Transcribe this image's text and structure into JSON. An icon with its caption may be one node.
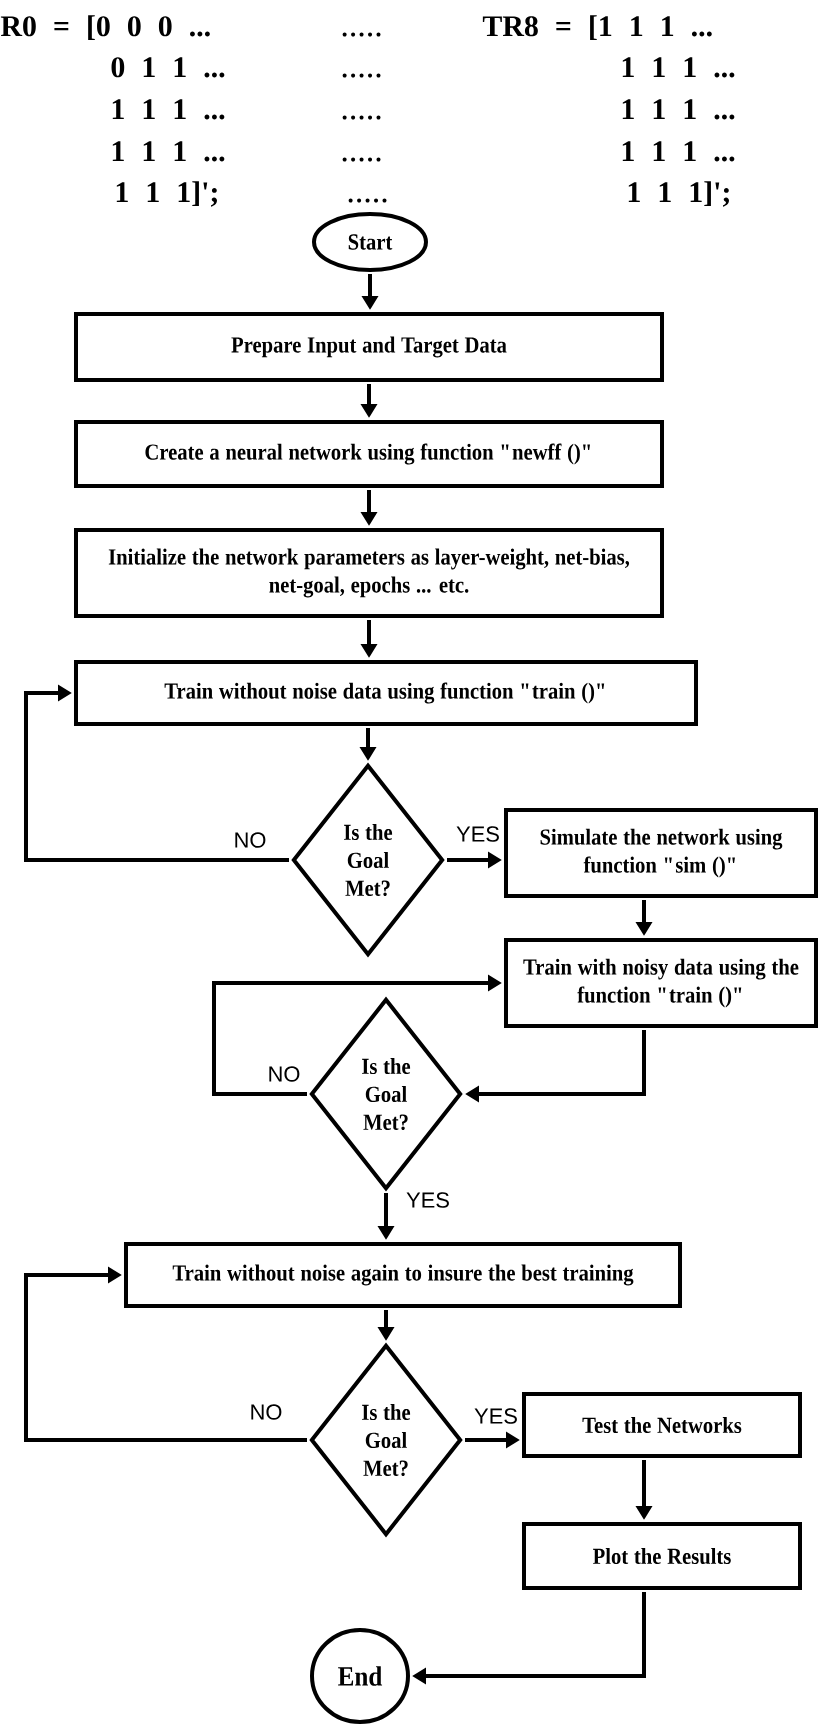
{
  "diagram": {
    "nodes": [
      {
        "text": [
          "Start"
        ]
      },
      {
        "text": [
          "Prepare Input and Target Data"
        ]
      },
      {
        "text": [
          "Create a neural network using function \"newff ()\""
        ]
      },
      {
        "text": [
          "Initialize the network parameters as layer-weight, net-bias, net-goal, epochs ... etc."
        ]
      },
      {
        "text": [
          "Train without noise data using function \"train ()\""
        ]
      },
      {
        "text": [
          "Is the Goal Met?"
        ]
      },
      {
        "text": [
          "Simulate the network using function \"sim ()\""
        ]
      },
      {
        "text": [
          "Train with noisy data using the function \"train ()\""
        ]
      },
      {
        "text": [
          "Is the Goal Met?"
        ]
      },
      {
        "text": [
          "Train without noise again to insure the best training"
        ]
      },
      {
        "text": [
          "Is the Goal Met?"
        ]
      },
      {
        "text": [
          "Test the Networks"
        ]
      },
      {
        "text": [
          "Plot the Results"
        ]
      },
      {
        "text": [
          "End"
        ]
      }
    ],
    "edges": [
      {
        "from": 0,
        "to": 1,
        "arrow": "to"
      },
      {
        "from": 1,
        "to": 2,
        "arrow": "to"
      },
      {
        "from": 2,
        "to": 3,
        "arrow": "to"
      },
      {
        "from": 3,
        "to": 4,
        "arrow": "to"
      },
      {
        "from": 4,
        "to": 5,
        "arrow": "to"
      },
      {
        "from": 5,
        "to": 4,
        "arrow": "to",
        "label": "NO"
      },
      {
        "from": 5,
        "to": 6,
        "arrow": "to",
        "label": "YES"
      },
      {
        "from": 6,
        "to": 7,
        "arrow": "to"
      },
      {
        "from": 7,
        "to": 8,
        "arrow": "to"
      },
      {
        "from": 8,
        "to": 7,
        "arrow": "to",
        "label": "NO"
      },
      {
        "from": 8,
        "to": 9,
        "arrow": "to",
        "label": "YES"
      },
      {
        "from": 9,
        "to": 10,
        "arrow": "to"
      },
      {
        "from": 10,
        "to": 9,
        "arrow": "to",
        "label": "NO"
      },
      {
        "from": 10,
        "to": 11,
        "arrow": "to",
        "label": "YES"
      },
      {
        "from": 11,
        "to": 12,
        "arrow": "to"
      },
      {
        "from": 12,
        "to": 13,
        "arrow": "to"
      }
    ],
    "labels": [
      "R0 = [0 0 0 ...",
      ".....",
      "TR8 = [1 1 1 ...",
      "0 1 1 ...",
      ".....",
      "1 1 1 ...",
      "1 1 1 ...",
      ".....",
      "1 1 1 ...",
      "1 1 1 ...",
      ".....",
      "1 1 1 ...",
      "1 1 1]';",
      ".....",
      "1 1 1]';"
    ]
  }
}
